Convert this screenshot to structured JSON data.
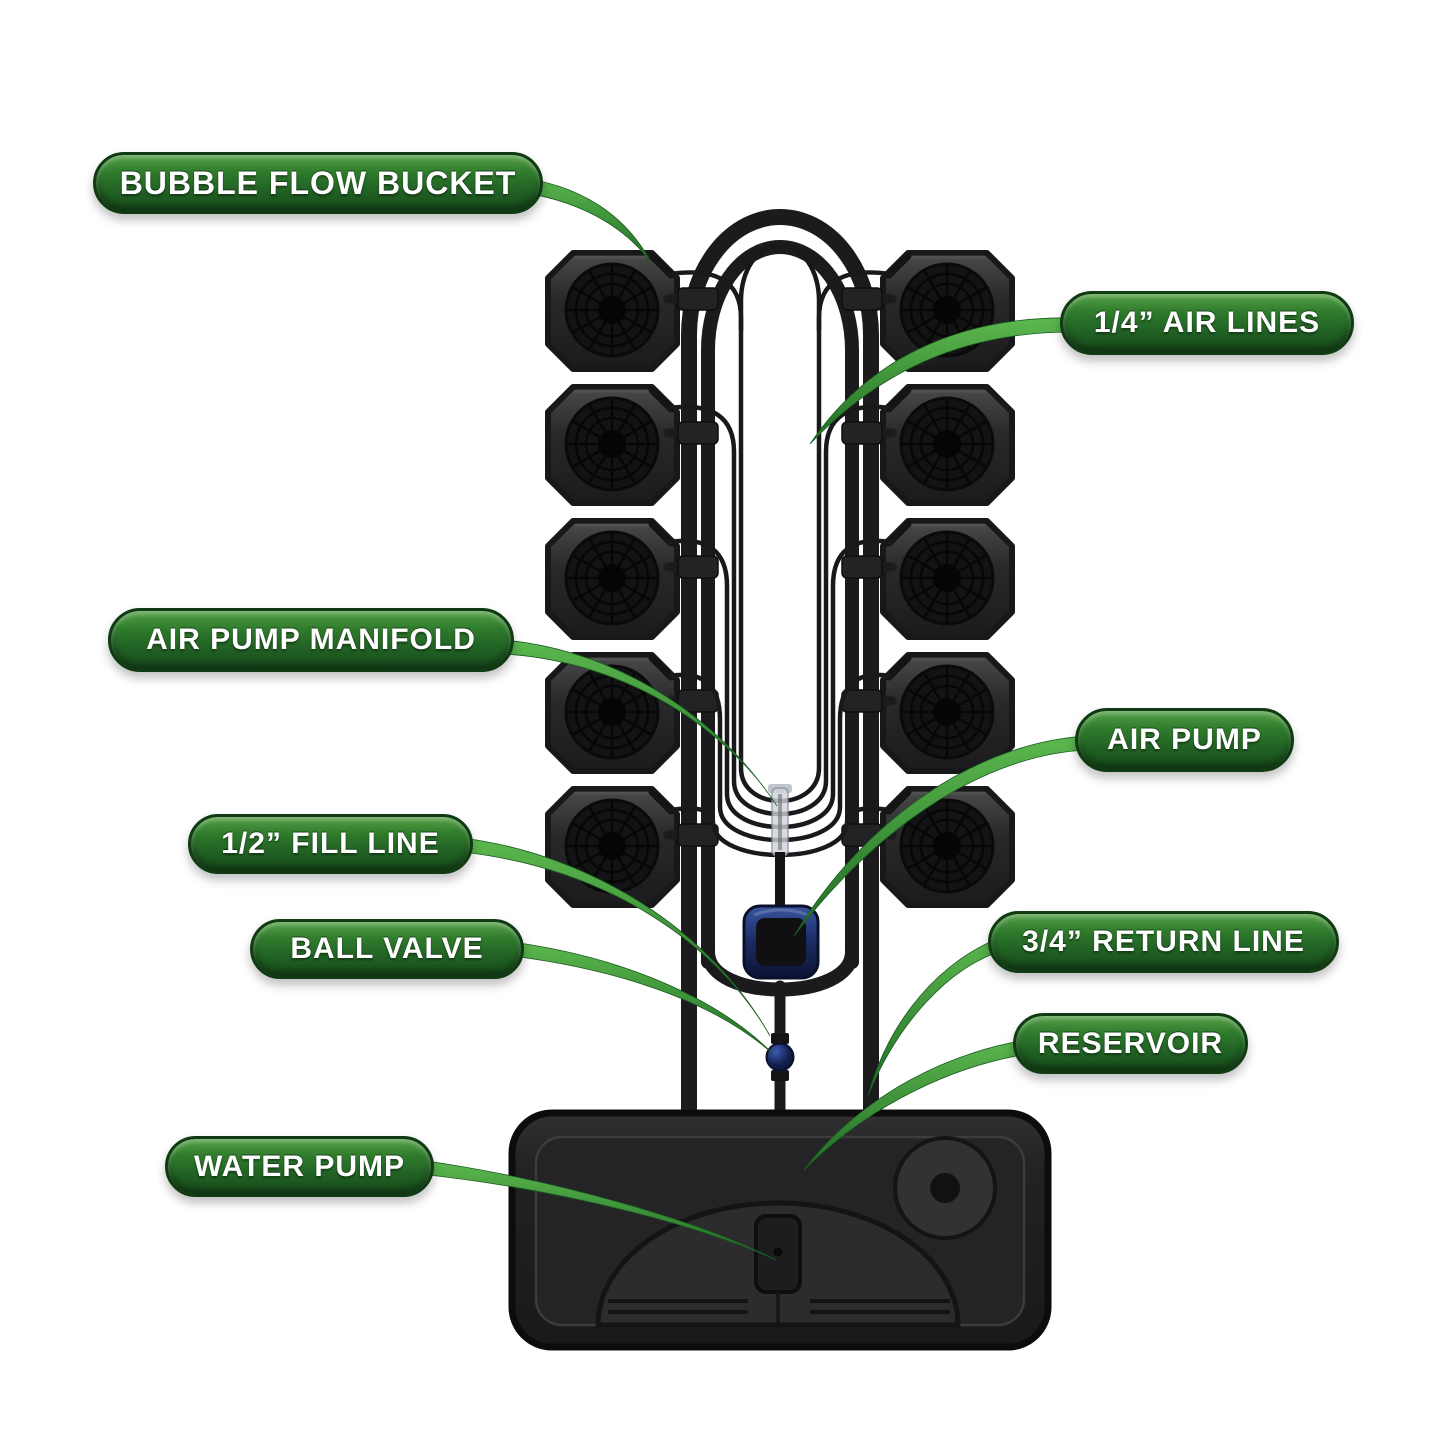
{
  "labels": [
    {
      "id": "bubble-flow-bucket",
      "text": "BUBBLE FLOW BUCKET"
    },
    {
      "id": "air-lines",
      "text": "1/4” AIR LINES"
    },
    {
      "id": "air-pump-manifold",
      "text": "AIR PUMP MANIFOLD"
    },
    {
      "id": "air-pump",
      "text": "AIR PUMP"
    },
    {
      "id": "fill-line",
      "text": "1/2” FILL LINE"
    },
    {
      "id": "ball-valve",
      "text": "BALL VALVE"
    },
    {
      "id": "return-line",
      "text": "3/4” RETURN LINE"
    },
    {
      "id": "reservoir",
      "text": "RESERVOIR"
    },
    {
      "id": "water-pump",
      "text": "WATER PUMP"
    }
  ],
  "diagram": {
    "bucket_count": 10,
    "bucket_columns": 2,
    "bucket_rows": 5
  },
  "colors": {
    "background": "#ffffff",
    "label_green": "#2f7c2c",
    "label_border": "#0f3a12",
    "leader_green": "#3fa03a",
    "pipe_black": "#1b1b1d",
    "pump_blue": "#22356e",
    "text_white": "#ffffff"
  }
}
